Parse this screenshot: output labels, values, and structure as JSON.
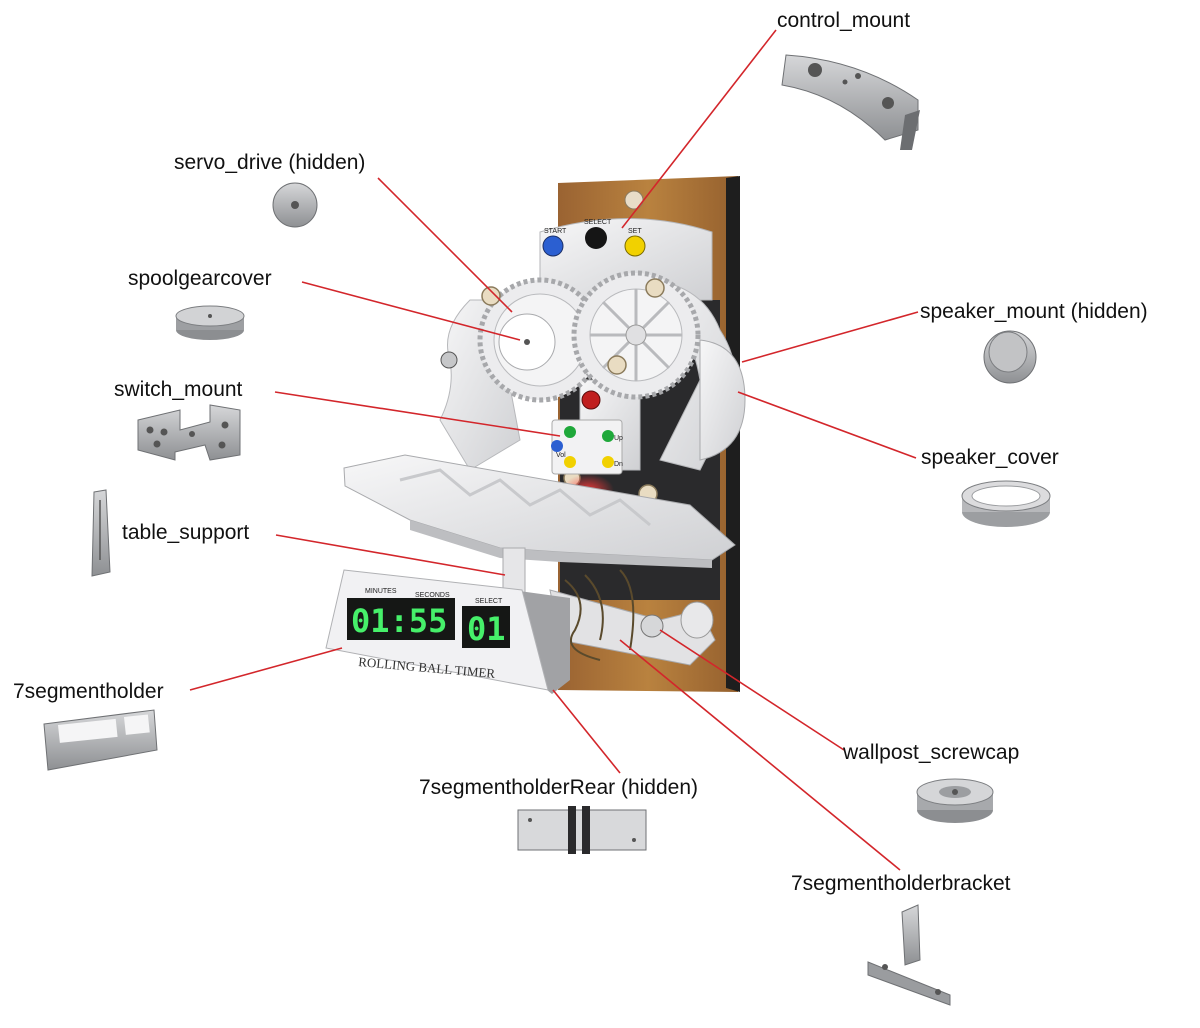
{
  "labels": {
    "control_mount": "control_mount",
    "servo_drive": "servo_drive (hidden)",
    "spoolgearcover": "spoolgearcover",
    "switch_mount": "switch_mount",
    "table_support": "table_support",
    "segmentholder": "7segmentholder",
    "segmentholder_rear": "7segmentholderRear (hidden)",
    "segmentholder_bracket": "7segmentholderbracket",
    "speaker_mount": "speaker_mount (hidden)",
    "speaker_cover": "speaker_cover",
    "wallpost_screwcap": "wallpost_screwcap"
  },
  "device": {
    "display_headers": {
      "minutes": "MINUTES",
      "seconds": "SECONDS",
      "select": "SELECT"
    },
    "time_digits": "01:55",
    "select_digits": "01",
    "brand": "ROLLING BALL TIMER",
    "buttons": {
      "start": "START",
      "select": "SELECT",
      "set": "SET"
    },
    "switch_labels": {
      "vol": "Vol",
      "up": "Up",
      "dn": "Dn"
    }
  },
  "colors": {
    "leader": "#d3262b",
    "wood": "#a8713c",
    "plastic": "#ebebee",
    "part_gray": "#a9abad",
    "digit_green": "#46f06a"
  }
}
